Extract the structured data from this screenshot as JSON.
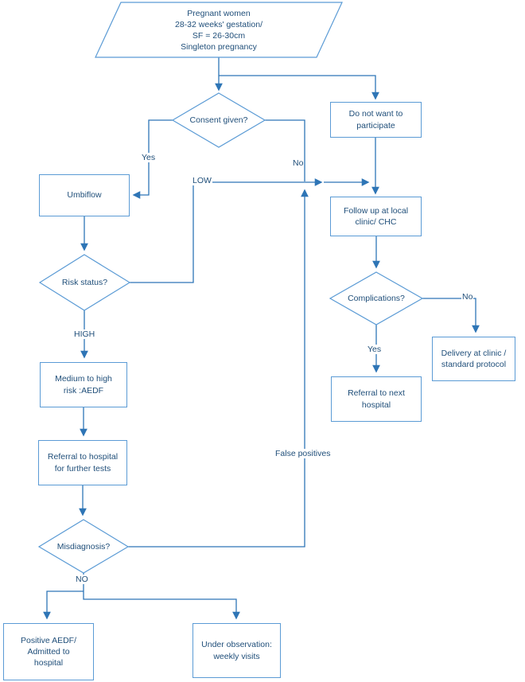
{
  "diagram": {
    "type": "flowchart",
    "colors": {
      "connector": "#2E75B6",
      "shape_border": "#5B9BD5",
      "text": "#1F4E79",
      "background": "#FFFFFF"
    },
    "nodes": {
      "start": {
        "shape": "parallelogram",
        "text": "Pregnant women\n28-32 weeks' gestation/\nSF = 26-30cm\nSingleton pregnancy"
      },
      "consent": {
        "shape": "decision",
        "text": "Consent given?"
      },
      "do_not_want": {
        "shape": "process",
        "text": "Do not want to\nparticipate"
      },
      "umbiflow": {
        "shape": "process",
        "text": "Umbiflow"
      },
      "risk_status": {
        "shape": "decision",
        "text": "Risk status?"
      },
      "follow_up": {
        "shape": "process",
        "text": "Follow up at local\nclinic/ CHC"
      },
      "complications": {
        "shape": "decision",
        "text": "Complications?"
      },
      "delivery": {
        "shape": "process",
        "text": "Delivery at clinic /\nstandard protocol"
      },
      "referral_next": {
        "shape": "process",
        "text": "Referral to next\nhospital"
      },
      "medium_high": {
        "shape": "process",
        "text": "Medium to high\nrisk :AEDF"
      },
      "referral_hospital": {
        "shape": "process",
        "text": "Referral to hospital\nfor further tests"
      },
      "misdiagnosis": {
        "shape": "decision",
        "text": "Misdiagnosis?"
      },
      "positive_aedf": {
        "shape": "process",
        "text": "Positive AEDF/\nAdmitted to\nhospital"
      },
      "under_observation": {
        "shape": "process",
        "text": "Under observation:\nweekly visits"
      }
    },
    "edge_labels": {
      "consent_yes": "Yes",
      "consent_no": "No",
      "risk_low": "LOW",
      "risk_high": "HIGH",
      "false_positives": "False positives",
      "misdiagnosis_no": "NO",
      "complications_yes": "Yes",
      "complications_no": "No"
    }
  }
}
